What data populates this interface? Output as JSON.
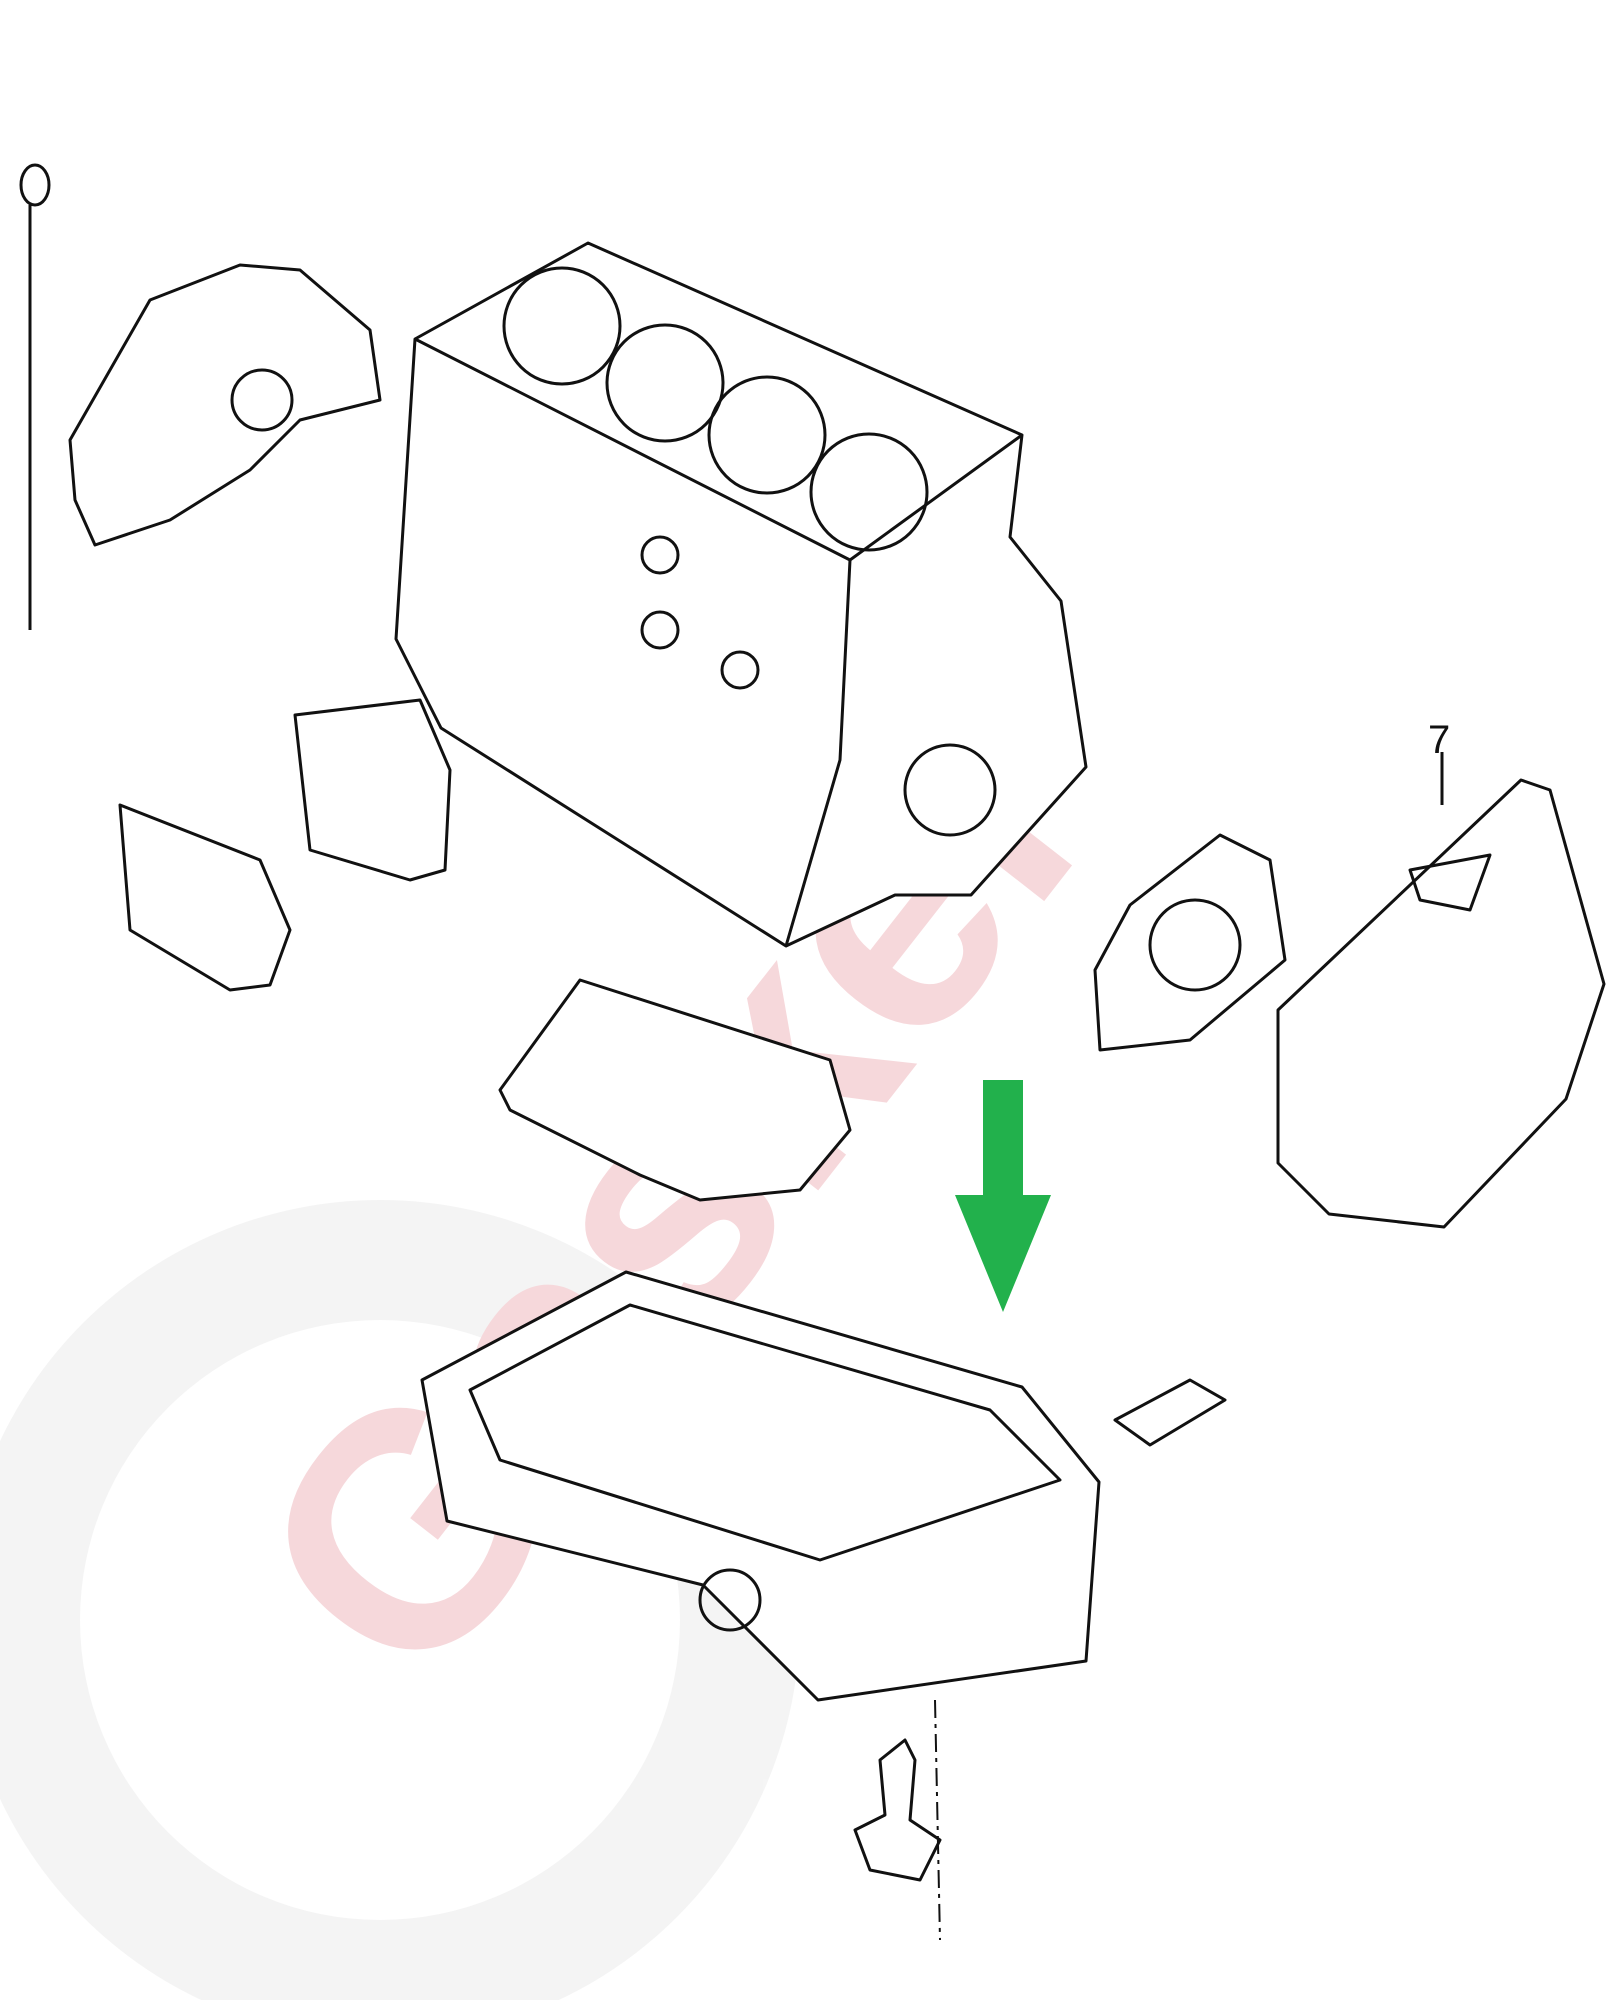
{
  "diagram": {
    "part_labels": [
      {
        "id": "gasket",
        "text": "7"
      }
    ],
    "watermark": {
      "text": "Gasker",
      "colors": [
        "#f2c4c8",
        "#e6e6e6"
      ]
    },
    "arrow_color": "#22b14c"
  }
}
